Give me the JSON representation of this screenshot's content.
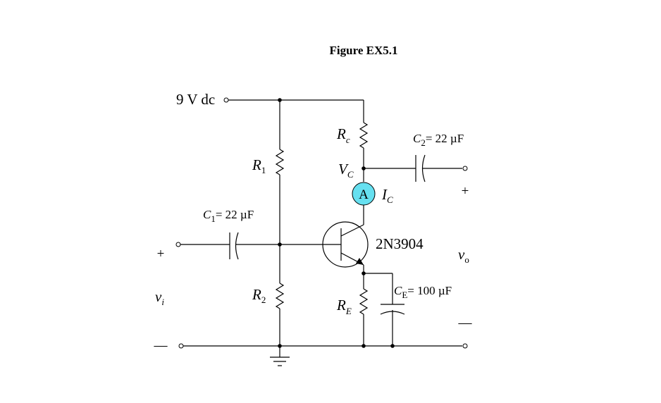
{
  "figure": {
    "title": "Figure EX5.1"
  },
  "source": {
    "label": "9 V dc"
  },
  "resistors": {
    "r1": {
      "letter": "R",
      "sub": "1"
    },
    "r2": {
      "letter": "R",
      "sub": "2"
    },
    "rc": {
      "letter": "R",
      "sub": "c"
    },
    "re": {
      "letter": "R",
      "sub": "E"
    }
  },
  "capacitors": {
    "c1": {
      "letter": "C",
      "sub": "1",
      "value": "= 22 µF"
    },
    "c2": {
      "letter": "C",
      "sub": "2",
      "value": "= 22 µF"
    },
    "ce": {
      "letter": "C",
      "sub": "E",
      "value": "= 100 µF"
    }
  },
  "transistor": {
    "part": "2N3904"
  },
  "meter": {
    "symbol": "A",
    "current_letter": "I",
    "current_sub": "C"
  },
  "node": {
    "letter": "V",
    "sub": "C"
  },
  "input": {
    "plus": "+",
    "minus": "—",
    "letter": "v",
    "sub": "i"
  },
  "output": {
    "plus": "+",
    "minus": "—",
    "letter": "v",
    "sub": "o"
  }
}
